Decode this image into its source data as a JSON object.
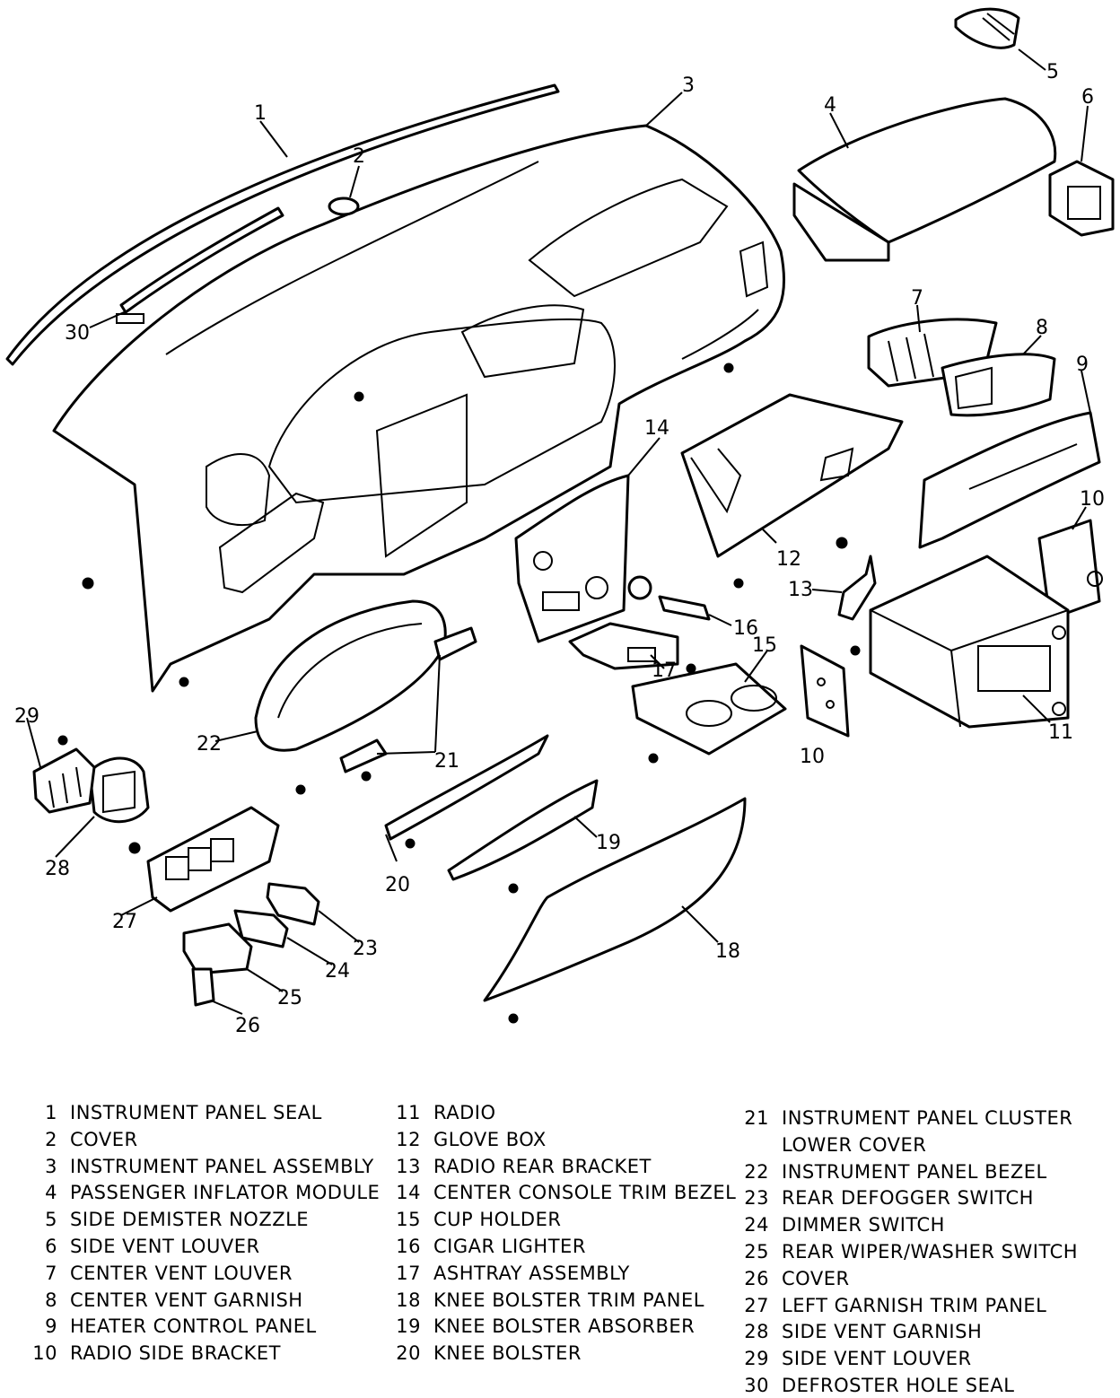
{
  "callouts": [
    "1",
    "2",
    "3",
    "4",
    "5",
    "6",
    "7",
    "8",
    "9",
    "10",
    "11",
    "12",
    "13",
    "14",
    "15",
    "16",
    "17",
    "18",
    "19",
    "20",
    "21",
    "22",
    "23",
    "24",
    "25",
    "26",
    "27",
    "28",
    "29",
    "30"
  ],
  "legend": {
    "col1": [
      {
        "num": "1",
        "text": "INSTRUMENT PANEL SEAL"
      },
      {
        "num": "2",
        "text": "COVER"
      },
      {
        "num": "3",
        "text": "INSTRUMENT PANEL ASSEMBLY"
      },
      {
        "num": "4",
        "text": "PASSENGER INFLATOR MODULE"
      },
      {
        "num": "5",
        "text": "SIDE DEMISTER NOZZLE"
      },
      {
        "num": "6",
        "text": "SIDE VENT LOUVER"
      },
      {
        "num": "7",
        "text": "CENTER VENT LOUVER"
      },
      {
        "num": "8",
        "text": "CENTER VENT GARNISH"
      },
      {
        "num": "9",
        "text": "HEATER CONTROL PANEL"
      },
      {
        "num": "10",
        "text": "RADIO SIDE BRACKET"
      }
    ],
    "col2": [
      {
        "num": "11",
        "text": "RADIO"
      },
      {
        "num": "12",
        "text": "GLOVE BOX"
      },
      {
        "num": "13",
        "text": "RADIO REAR BRACKET"
      },
      {
        "num": "14",
        "text": "CENTER CONSOLE TRIM BEZEL"
      },
      {
        "num": "15",
        "text": "CUP HOLDER"
      },
      {
        "num": "16",
        "text": "CIGAR LIGHTER"
      },
      {
        "num": "17",
        "text": "ASHTRAY ASSEMBLY"
      },
      {
        "num": "18",
        "text": "KNEE BOLSTER TRIM PANEL"
      },
      {
        "num": "19",
        "text": "KNEE BOLSTER ABSORBER"
      },
      {
        "num": "20",
        "text": "KNEE BOLSTER"
      }
    ],
    "col3": [
      {
        "num": "21",
        "text": "INSTRUMENT PANEL CLUSTER",
        "text2": "LOWER COVER"
      },
      {
        "num": "22",
        "text": "INSTRUMENT PANEL BEZEL"
      },
      {
        "num": "23",
        "text": "REAR DEFOGGER SWITCH"
      },
      {
        "num": "24",
        "text": "DIMMER SWITCH"
      },
      {
        "num": "25",
        "text": "REAR WIPER/WASHER SWITCH"
      },
      {
        "num": "26",
        "text": "COVER"
      },
      {
        "num": "27",
        "text": "LEFT GARNISH TRIM PANEL"
      },
      {
        "num": "28",
        "text": "SIDE VENT GARNISH"
      },
      {
        "num": "29",
        "text": "SIDE VENT LOUVER"
      },
      {
        "num": "30",
        "text": "DEFROSTER HOLE SEAL"
      }
    ]
  }
}
